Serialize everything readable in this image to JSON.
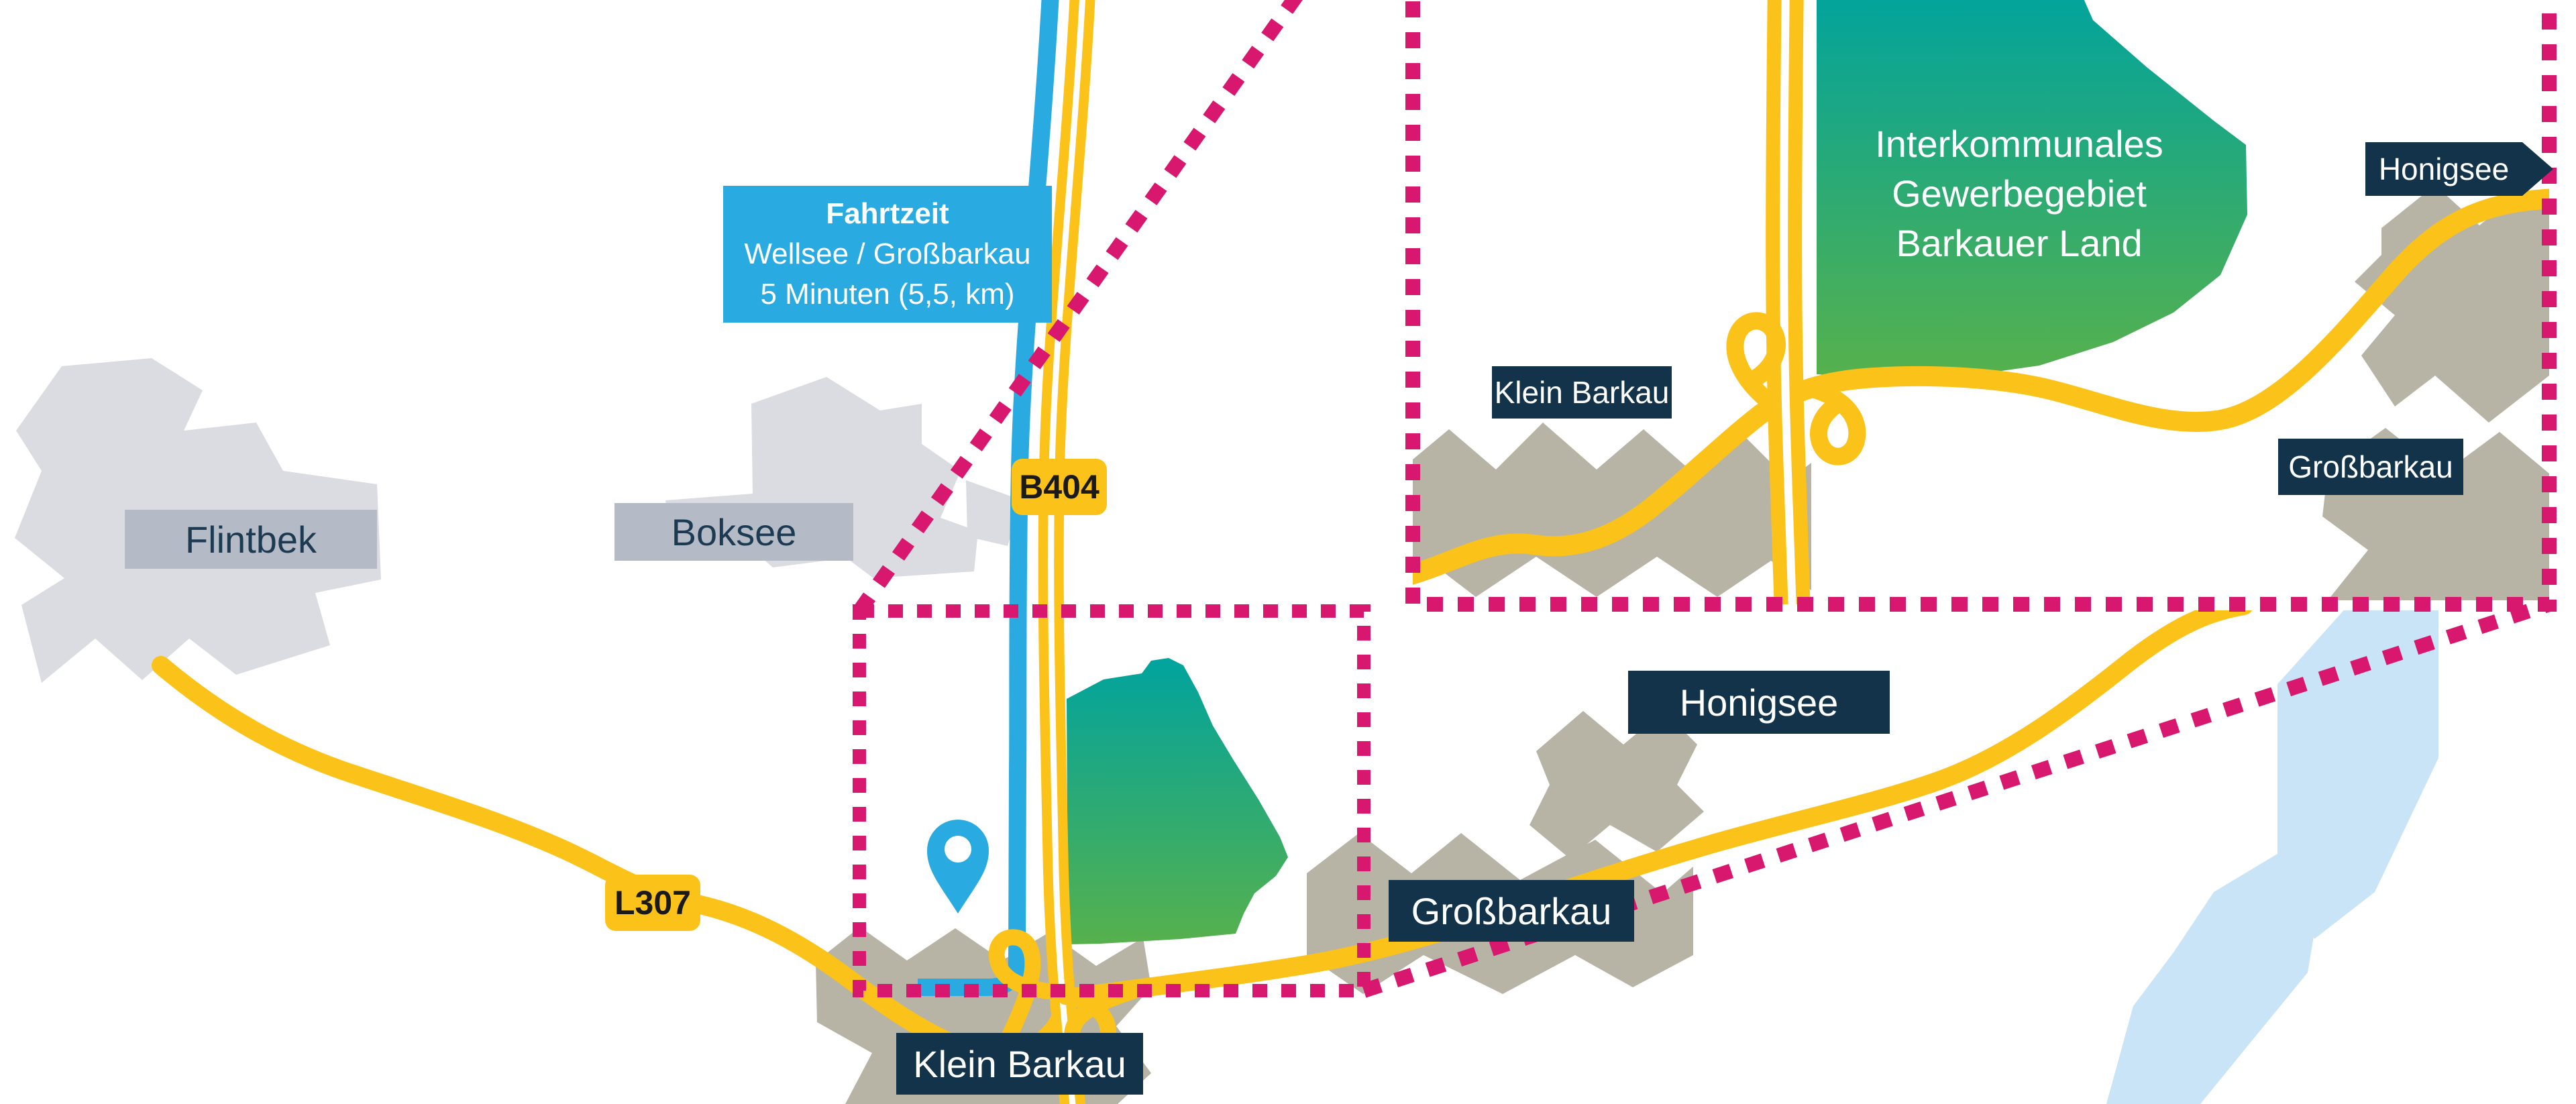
{
  "main_map": {
    "info_box": {
      "title": "Fahrtzeit",
      "line1": "Wellsee / Großbarkau",
      "line2": "5 Minuten (5,5, km)"
    },
    "road_badges": {
      "b404": "B404",
      "l307": "L307"
    },
    "labels": {
      "flintbek": "Flintbek",
      "boksee": "Boksee",
      "honigsee": "Honigsee",
      "grossbarkau": "Großbarkau",
      "klein_barkau": "Klein Barkau"
    }
  },
  "inset_map": {
    "title": {
      "line1": "Interkommunales",
      "line2": "Gewerbegebiet",
      "line3": "Barkauer Land"
    },
    "labels": {
      "klein_barkau": "Klein Barkau",
      "honigsee": "Honigsee",
      "grossbarkau": "Großbarkau"
    }
  },
  "icons": {
    "location_pin": "map-pin"
  },
  "colors": {
    "accent_pink": "#D8176E",
    "road_yellow": "#FBC31A",
    "route_blue": "#29ABE2",
    "label_navy": "#123349",
    "label_gray": "#B5BBC6",
    "label_text_dark": "#1C3A52",
    "green_top": "#00A39E",
    "green_bottom": "#57B14C",
    "settlement_tan": "#B7B3A5",
    "city_light_gray": "#DADCE2",
    "lake_blue": "#C9E4F6",
    "badge_text": "#1A1A1A"
  }
}
